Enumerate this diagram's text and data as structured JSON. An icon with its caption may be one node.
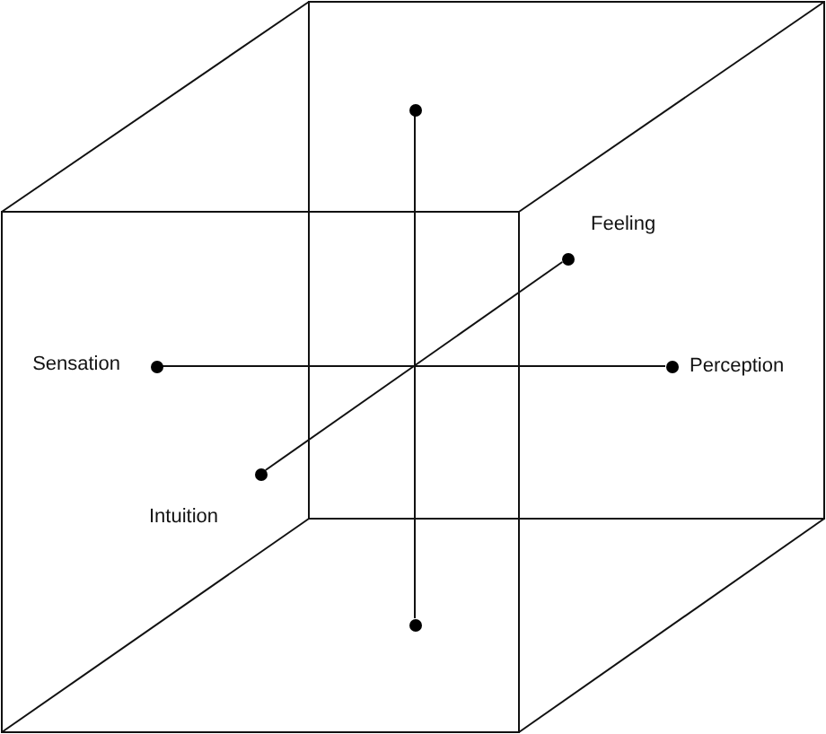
{
  "diagram": {
    "nodes": [
      {
        "text": [],
        "shape": "circle"
      },
      {
        "text": [],
        "shape": "circle",
        "beside": [
          "Feeling"
        ]
      },
      {
        "text": [],
        "shape": "circle",
        "beside": [
          "Sensation"
        ]
      },
      {
        "text": [],
        "shape": "circle",
        "beside": [
          "Perception"
        ]
      },
      {
        "text": [],
        "shape": "circle",
        "beside": [
          "Intuition"
        ]
      },
      {
        "text": [],
        "shape": "circle"
      }
    ],
    "edges": [
      {
        "from": 0,
        "to": 5,
        "arrow": "none"
      },
      {
        "from": 2,
        "to": 3,
        "arrow": "none"
      },
      {
        "from": 4,
        "to": 1,
        "arrow": "none"
      }
    ]
  }
}
